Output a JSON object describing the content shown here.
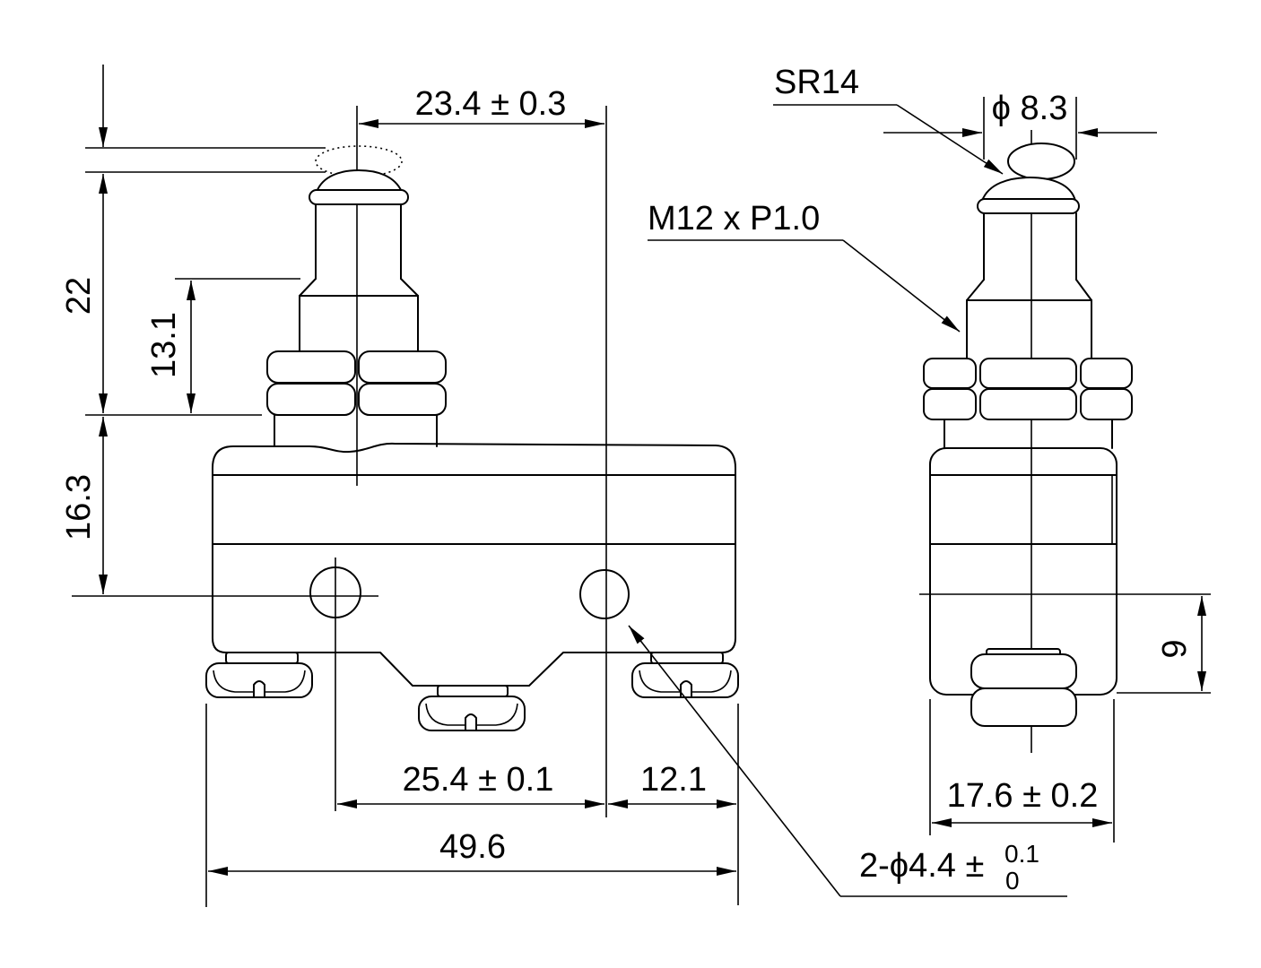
{
  "front_view": {
    "plunger_offset_dim": "23.4 ± 0.3",
    "plunger_height_dim": "22",
    "thread_length_dim": "13.1",
    "hole_height_dim": "16.3",
    "hole_pitch_dim": "25.4 ± 0.1",
    "hole_edge_dim": "12.1",
    "width_dim": "49.6",
    "hole_callout": {
      "main": "2-ϕ4.4 ±",
      "tol_upper": "0.1",
      "tol_lower": "0"
    }
  },
  "side_view": {
    "radius_callout": "SR14",
    "plunger_dia_dim": "ϕ 8.3",
    "thread_callout": "M12 x P1.0",
    "hole_height_dim": "9",
    "depth_dim": "17.6 ± 0.2"
  },
  "colors": {
    "line": "#000000",
    "background": "#ffffff"
  }
}
